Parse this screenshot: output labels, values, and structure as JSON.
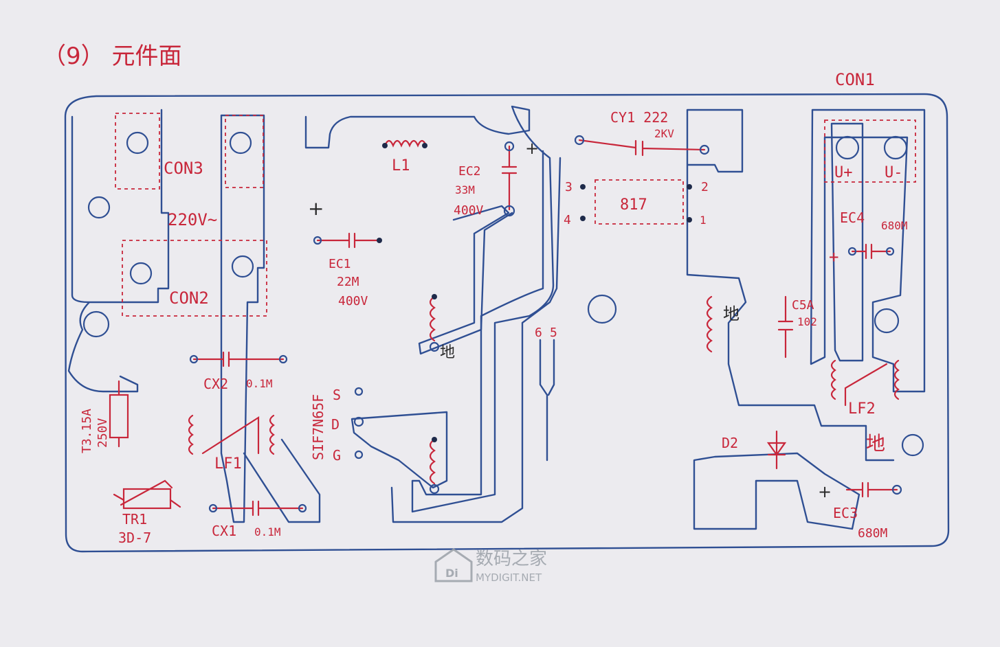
{
  "title": "（9） 元件面",
  "labels": {
    "con1": "CON1",
    "con2": "CON2",
    "con3": "CON3",
    "ac_in": "220V~",
    "l1": "L1",
    "ec1_name": "EC1",
    "ec1_val": "22M",
    "ec1_volt": "400V",
    "ec2_name": "EC2",
    "ec2_val": "33M",
    "ec2_volt": "400V",
    "cy1": "CY1 222",
    "cy1_volt": "2KV",
    "opto": "817",
    "opto_p1": "1",
    "opto_p2": "2",
    "opto_p3": "3",
    "opto_p4": "4",
    "ec4_name": "EC4",
    "ec4_val": "680M",
    "u_plus": "U+",
    "u_minus": "U-",
    "c5a": "C5A",
    "c5a_val": "102",
    "gnd1": "地",
    "gnd2": "地",
    "gnd3": "地",
    "cx2": "CX2",
    "cx2_val": "0.1M",
    "cx1": "CX1",
    "cx1_val": "0.1M",
    "lf1": "LF1",
    "lf2": "LF2",
    "fuse": "T3.15A",
    "fuse_volt": "250V",
    "tr1": "TR1",
    "tr1_val": "3D-7",
    "mosfet": "SIF7N65F",
    "pin_s": "S",
    "pin_d": "D",
    "pin_g": "G",
    "pin6": "6",
    "pin5": "5",
    "d2": "D2",
    "ec3_name": "EC3",
    "ec3_val": "680M",
    "plus": "+"
  },
  "watermark": {
    "brand": "数码之家",
    "url": "MYDIGIT.NET",
    "icon": "di-logo-icon"
  },
  "colors": {
    "trace": "#2f4f93",
    "annotation": "#c8263a",
    "paper": "#ecebef"
  }
}
